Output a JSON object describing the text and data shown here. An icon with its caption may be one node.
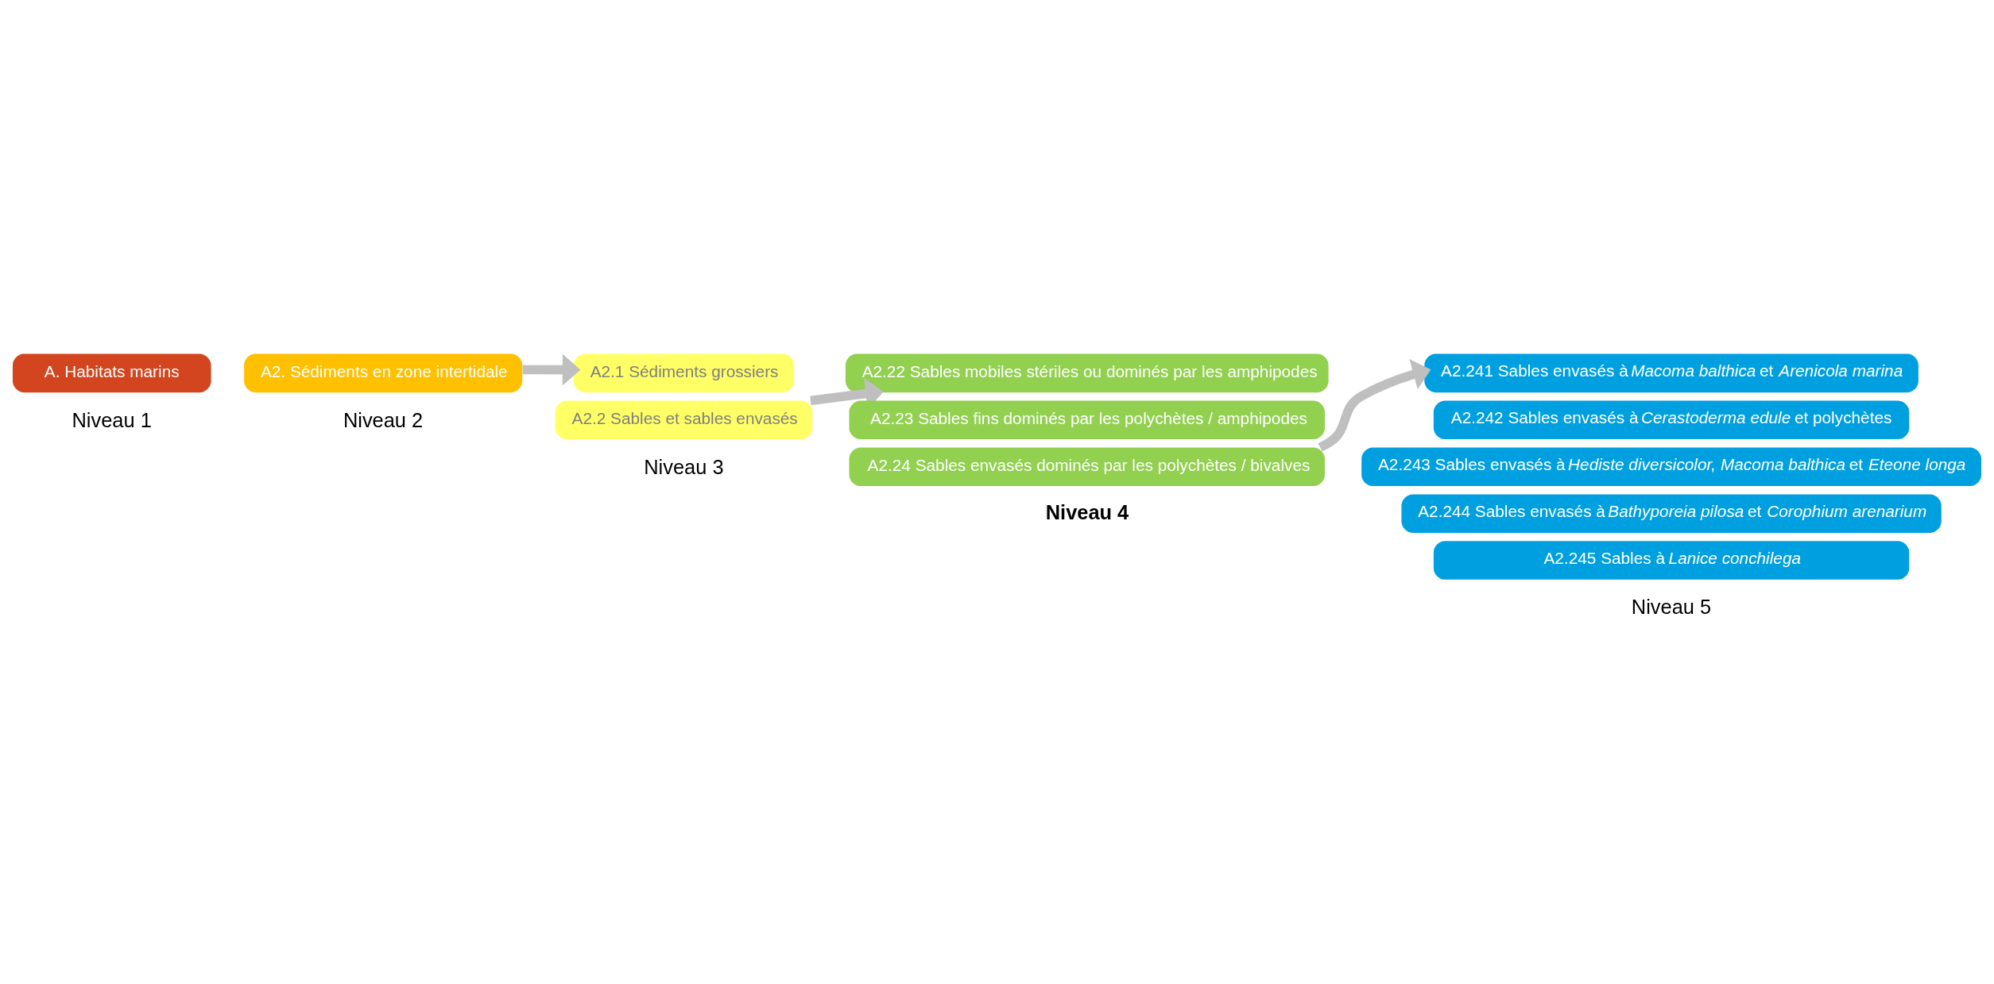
{
  "diagram": {
    "nodes": [
      {
        "text": [
          "A. Habitats marins"
        ]
      },
      {
        "text": [
          "A2. Sédiments en zone intertidale"
        ]
      },
      {
        "text": [
          "A2.1 Sédiments grossiers"
        ]
      },
      {
        "text": [
          "A2.2 Sables et sables envasés"
        ]
      },
      {
        "text": [
          "A2.22 Sables mobiles stériles ou dominés par les amphipodes"
        ]
      },
      {
        "text": [
          "A2.23 Sables fins dominés par les polychètes / amphipodes"
        ]
      },
      {
        "text": [
          "A2.24 Sables envasés dominés par les polychètes / bivalves"
        ]
      },
      {
        "text": [
          "A2.241 Sables envasés à *Macoma balthica* et *Arenicola marina*"
        ]
      },
      {
        "text": [
          "A2.242 Sables envasés à *Cerastoderma edule* et polychètes"
        ]
      },
      {
        "text": [
          "A2.243 Sables envasés à *Hediste diversicolor*, *Macoma balthica* et *Eteone longa*"
        ]
      },
      {
        "text": [
          "A2.244 Sables envasés à *Bathyporeia pilosa* et *Corophium arenarium*"
        ]
      },
      {
        "text": [
          "A2.245 Sables à *Lanice conchilega*"
        ]
      }
    ],
    "edges": [
      {
        "from": 1,
        "to": 2,
        "arrow": "to"
      },
      {
        "from": 3,
        "to": 4,
        "arrow": "to"
      },
      {
        "from": 6,
        "to": 7,
        "arrow": "to"
      }
    ],
    "labels": [
      "Niveau 1",
      "Niveau 2",
      "Niveau 3",
      "Niveau 4",
      "Niveau 5"
    ]
  }
}
